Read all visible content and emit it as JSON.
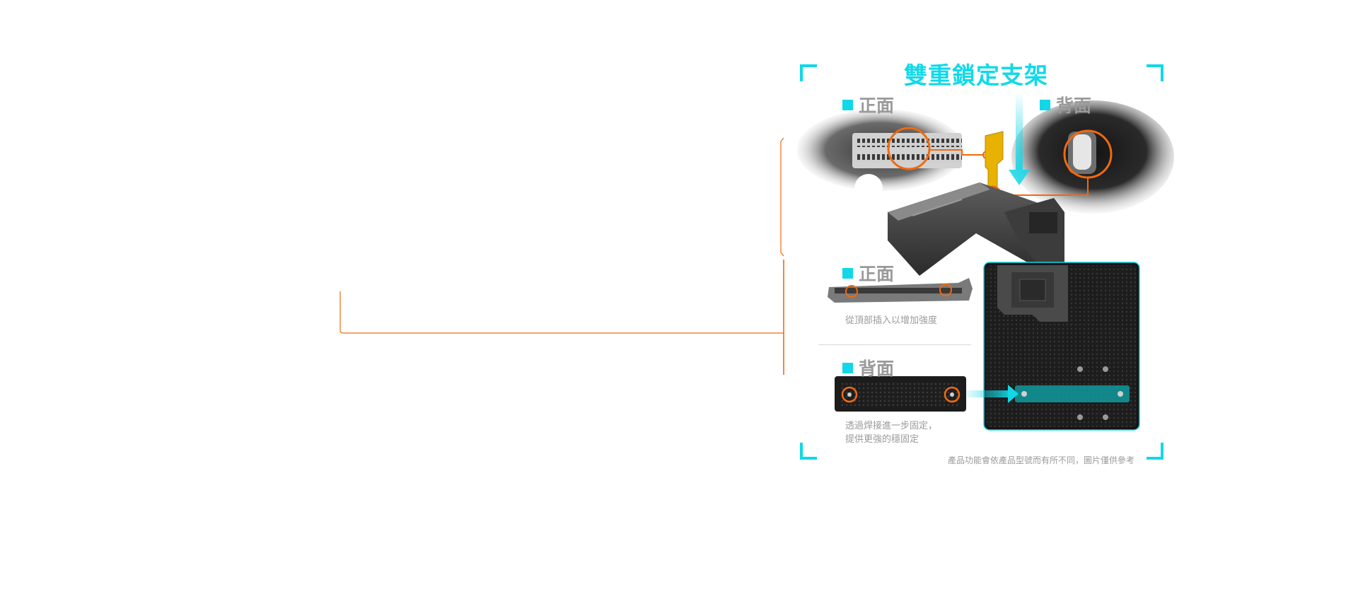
{
  "title": "雙重鎖定支架",
  "sections": {
    "top_front_label": "正面",
    "top_back_label": "背面",
    "mid_front_label": "正面",
    "mid_front_desc": "從頂部插入以增加強度",
    "bottom_back_label": "背面",
    "bottom_back_desc_line1": "透過焊接進一步固定，",
    "bottom_back_desc_line2": "提供更強的穩固定"
  },
  "footnote": "產品功能會依產品型號而有所不同，圖片僅供參考",
  "colors": {
    "accent": "#10d8e6",
    "highlight": "#f06a0f",
    "bracket": "#e8b200",
    "label_gray": "#9a9a9a"
  }
}
